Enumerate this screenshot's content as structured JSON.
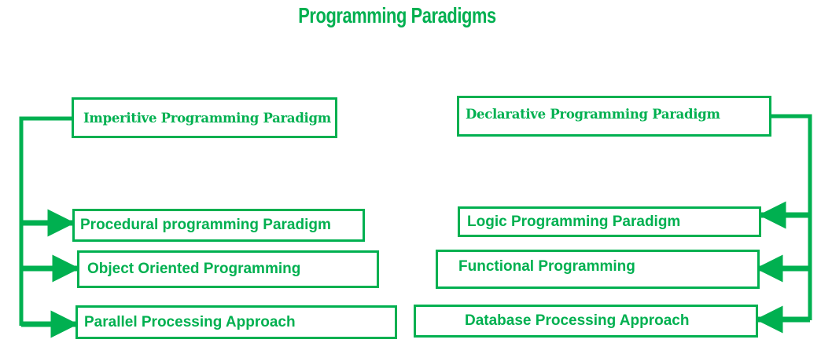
{
  "title": "Programming Paradigms",
  "colors": {
    "accent": "#00b050",
    "background": "#ffffff"
  },
  "left": {
    "parent": "Imperitive Programming Paradigm",
    "children": [
      "Procedural programming Paradigm",
      "Object Oriented Programming",
      "Parallel Processing  Approach"
    ]
  },
  "right": {
    "parent": "Declarative Programming Paradigm",
    "children": [
      "Logic Programming Paradigm",
      "Functional Programming",
      "Database Processing Approach"
    ]
  }
}
